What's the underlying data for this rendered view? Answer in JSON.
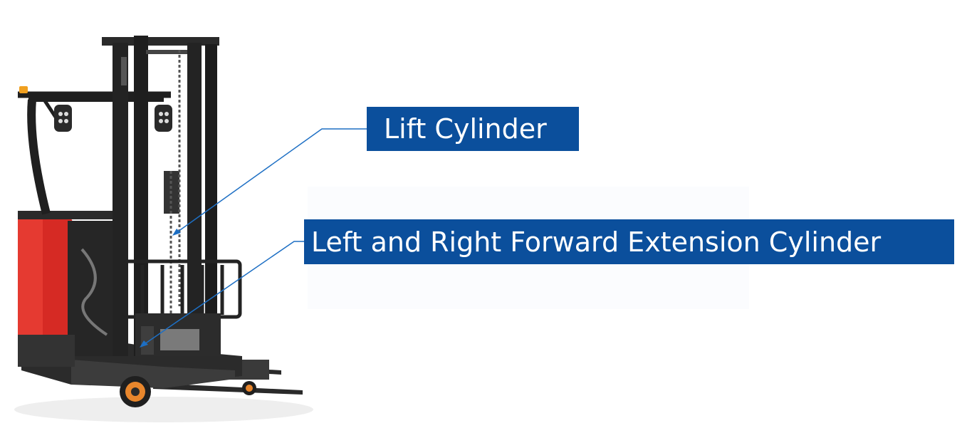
{
  "labels": {
    "lift_cylinder": "Lift Cylinder",
    "extension_cylinder": "Left and Right Forward Extension Cylinder"
  },
  "colors": {
    "label_background": "#0b4f9c",
    "label_text": "#ffffff",
    "leader_line": "#1d6fc4",
    "truck_body": "#d62a24",
    "truck_frame": "#1f1f1f",
    "wheel_accent": "#e8862c",
    "warning_light": "#f0a020"
  },
  "image": {
    "subject": "reach-truck-forklift"
  }
}
